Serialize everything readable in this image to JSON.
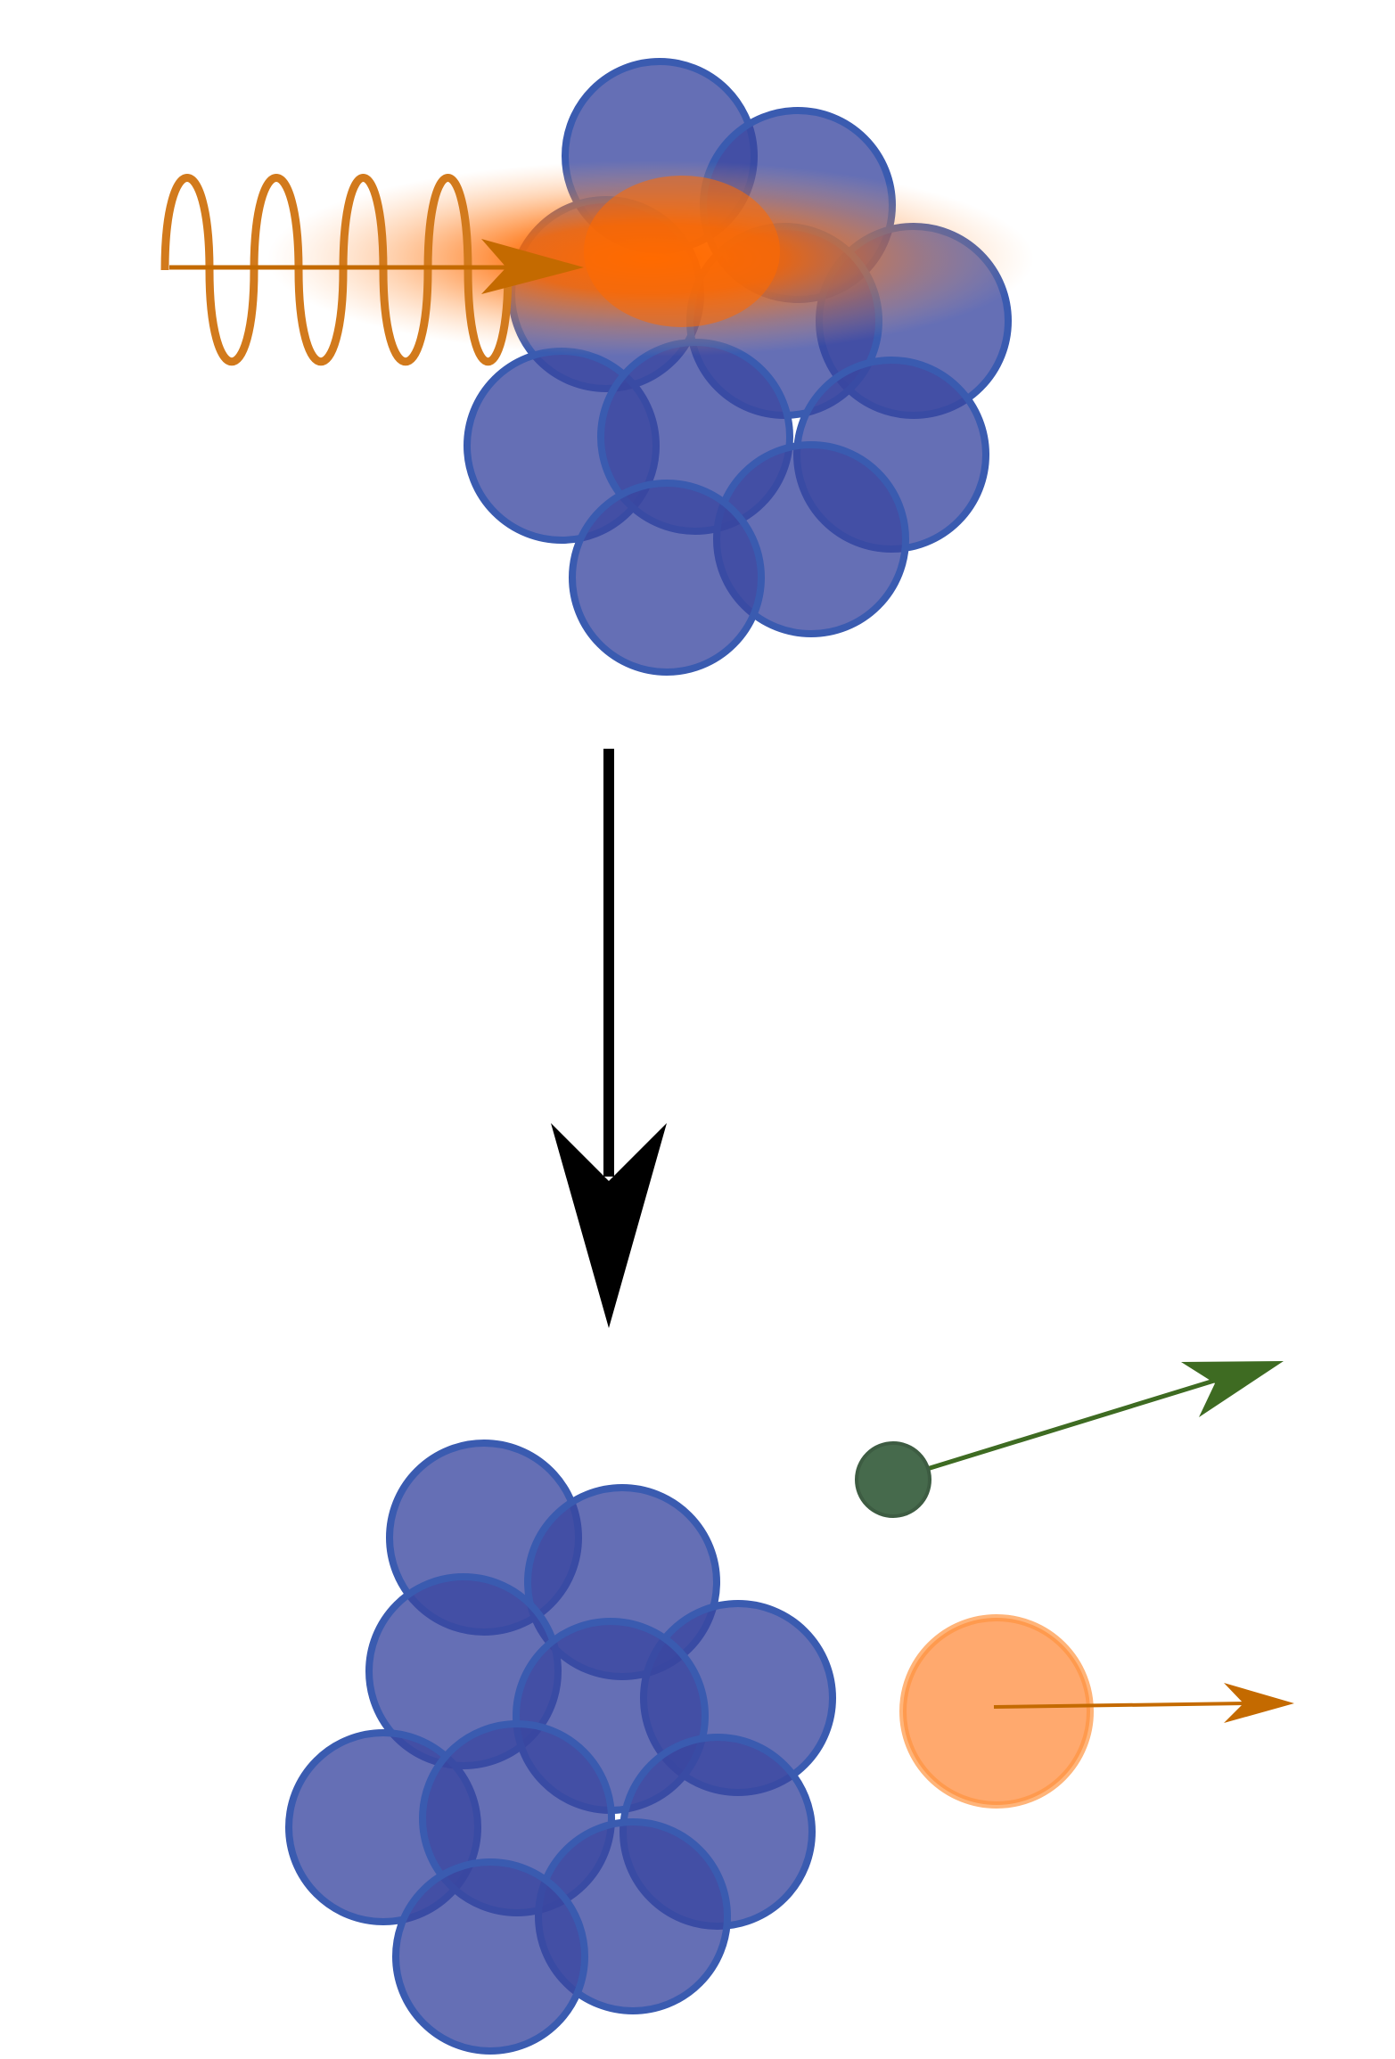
{
  "diagram": {
    "kind": "photodisintegration",
    "stages": [
      {
        "id": "before",
        "nucleus_nucleon_count": 10,
        "contents": [
          "incoming-photon-wave",
          "nucleus",
          "absorbed-energy-glow"
        ]
      },
      {
        "id": "after",
        "nucleus_nucleon_count": 10,
        "contents": [
          "residual-nucleus",
          "emitted-small-particle",
          "emitted-large-particle"
        ]
      }
    ],
    "transition": "downward-arrow"
  },
  "colors": {
    "background": "#ffffff",
    "nucleon_fill": "#3a47a0",
    "nucleon_stroke": "#3a5bb0",
    "photon": "#d27a1c",
    "photon_arrow": "#c46a00",
    "glow": "#ff6a00",
    "transition_arrow": "#000000",
    "small_particle_fill": "#466a4c",
    "small_particle_arrow": "#3e6b22",
    "large_particle_fill": "#ffa96e",
    "large_particle_stroke": "#ff9440",
    "large_particle_arrow": "#c46a00"
  },
  "icons": {
    "photon": "sine-wave-with-arrow",
    "transition": "down-arrow"
  }
}
